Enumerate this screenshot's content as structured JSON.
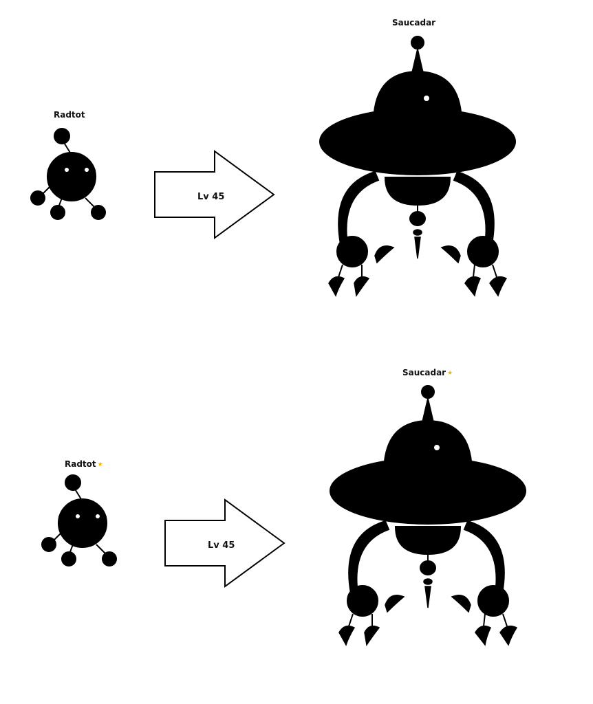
{
  "row_normal": {
    "pre": {
      "name": "Radtot",
      "shiny": false
    },
    "evolution_label": "Lv 45",
    "post": {
      "name": "Saucadar",
      "shiny": false
    }
  },
  "row_shiny": {
    "pre": {
      "name": "Radtot",
      "shiny": true
    },
    "evolution_label": "Lv 45",
    "post": {
      "name": "Saucadar",
      "shiny": true
    }
  },
  "shiny_marker": "★",
  "palette": {
    "normal": {
      "body_dark": "#3c3c3c",
      "body_mid": "#7a7a7a",
      "body_light": "#c4c4c4",
      "eye": "#d0306e",
      "accent": "#8ed81c",
      "claw": "#f2b90f"
    },
    "shiny": {
      "body_dark": "#3a2c38",
      "body_mid": "#7676a6",
      "body_light": "#b4b4d2",
      "eye": "#2a3fc4",
      "accent": "#e43ad6",
      "claw": "#f08a1c"
    }
  }
}
